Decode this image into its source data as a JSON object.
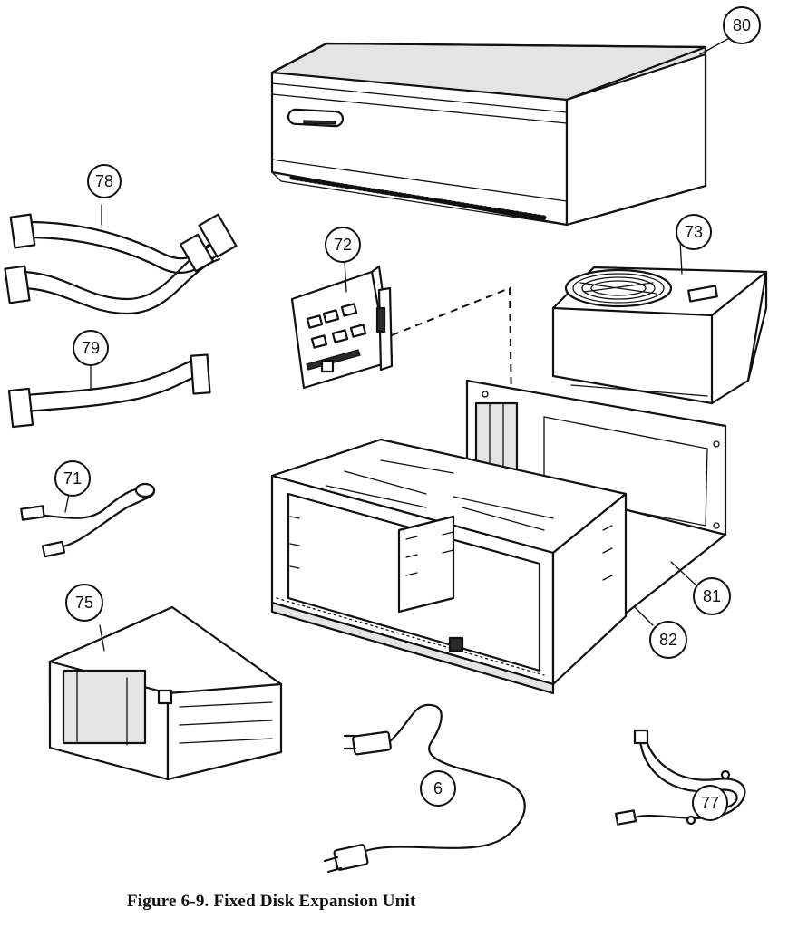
{
  "caption": "Figure 6-9.  Fixed Disk Expansion Unit",
  "callouts": {
    "c80": "80",
    "c78": "78",
    "c72": "72",
    "c73": "73",
    "c79": "79",
    "c71": "71",
    "c75": "75",
    "c81": "81",
    "c82": "82",
    "c6": "6",
    "c77": "77"
  }
}
